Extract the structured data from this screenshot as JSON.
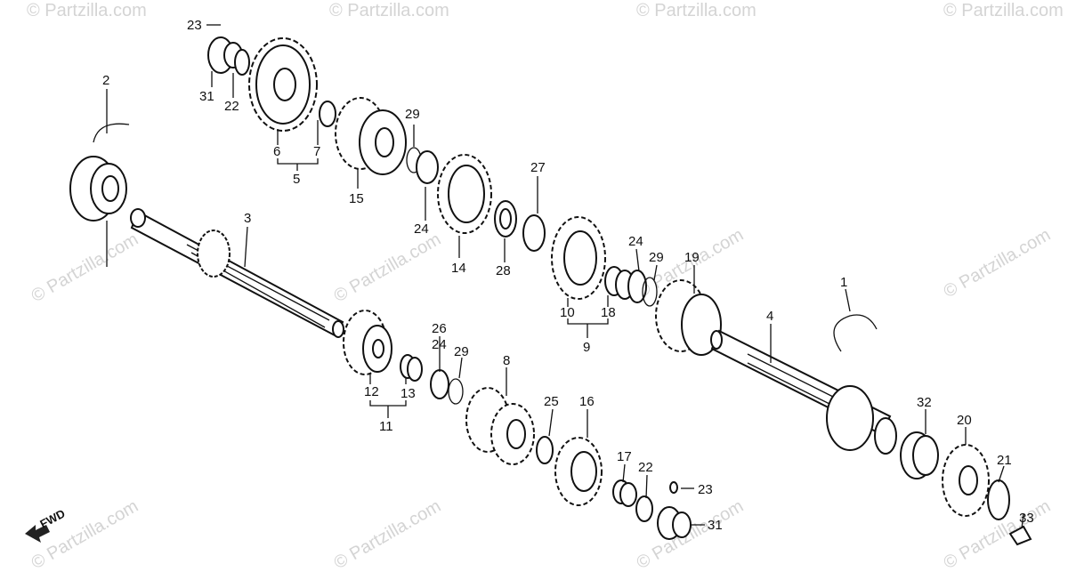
{
  "watermark": "© Partzilla.com",
  "fwd_label": "FWD",
  "callouts": {
    "c23a": "23",
    "c31a": "31",
    "c22a": "22",
    "c6": "6",
    "c7": "7",
    "c5": "5",
    "c2": "2",
    "c29a": "29",
    "c15": "15",
    "c24a": "24",
    "c3": "3",
    "c27": "27",
    "c14": "14",
    "c28": "28",
    "c10": "10",
    "c18": "18",
    "c9": "9",
    "c24b": "24",
    "c29b": "29",
    "c19": "19",
    "c1": "1",
    "c4": "4",
    "c26": "26",
    "c24c": "24",
    "c29c": "29",
    "c8": "8",
    "c12": "12",
    "c13": "13",
    "c11": "11",
    "c25": "25",
    "c16": "16",
    "c17": "17",
    "c22b": "22",
    "c23b": "23",
    "c31b": "31",
    "c32": "32",
    "c20": "20",
    "c21": "21",
    "c33": "33"
  },
  "colors": {
    "line": "#111111",
    "watermark": "#d4d4d4",
    "background": "#ffffff"
  }
}
